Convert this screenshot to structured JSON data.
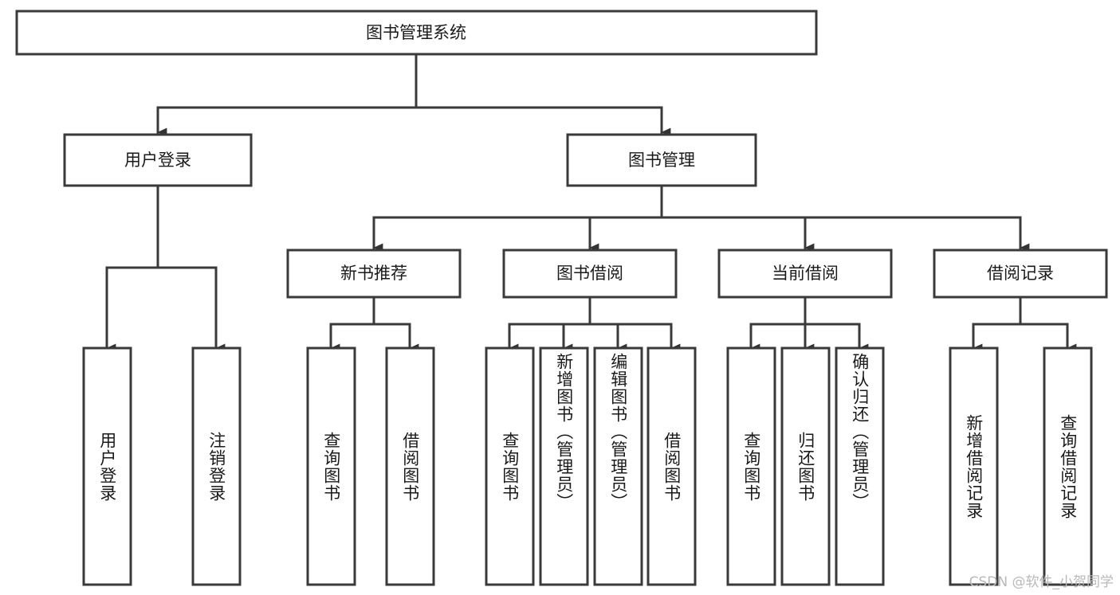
{
  "diagram": {
    "type": "tree-hierarchy-chart",
    "title": "图书管理系统",
    "orientation": "top-down",
    "colors": {
      "box_stroke": "#3a3a3a",
      "box_fill": "#ffffff",
      "connector": "#3a3a3a",
      "text": "#1a1a1a",
      "watermark": "#b9b9b9"
    },
    "nodes": {
      "root": {
        "label": "图书管理系统",
        "level": 1,
        "text_direction": "horizontal"
      },
      "level2": [
        {
          "id": "user-login",
          "label": "用户登录",
          "text_direction": "horizontal"
        },
        {
          "id": "book-management",
          "label": "图书管理",
          "text_direction": "horizontal"
        }
      ],
      "level3": [
        {
          "id": "new-book-recommend",
          "label": "新书推荐",
          "parent": "book-management",
          "text_direction": "horizontal"
        },
        {
          "id": "book-borrow",
          "label": "图书借阅",
          "parent": "book-management",
          "text_direction": "horizontal"
        },
        {
          "id": "current-borrow",
          "label": "当前借阅",
          "parent": "book-management",
          "text_direction": "horizontal"
        },
        {
          "id": "borrow-record",
          "label": "借阅记录",
          "parent": "book-management",
          "text_direction": "horizontal"
        }
      ],
      "leaves": [
        {
          "id": "leaf-user-login",
          "label": "用户登录",
          "parent": "user-login",
          "text_direction": "vertical"
        },
        {
          "id": "leaf-logout",
          "label": "注销登录",
          "parent": "user-login",
          "text_direction": "vertical"
        },
        {
          "id": "leaf-query-book-1",
          "label": "查询图书",
          "parent": "new-book-recommend",
          "text_direction": "vertical"
        },
        {
          "id": "leaf-borrow-book-1",
          "label": "借阅图书",
          "parent": "new-book-recommend",
          "text_direction": "vertical"
        },
        {
          "id": "leaf-query-book-2",
          "label": "查询图书",
          "parent": "book-borrow",
          "text_direction": "vertical"
        },
        {
          "id": "leaf-add-book",
          "label": "新增图书（管理员）",
          "parent": "book-borrow",
          "text_direction": "vertical"
        },
        {
          "id": "leaf-edit-book",
          "label": "编辑图书（管理员）",
          "parent": "book-borrow",
          "text_direction": "vertical"
        },
        {
          "id": "leaf-borrow-book-2",
          "label": "借阅图书",
          "parent": "book-borrow",
          "text_direction": "vertical"
        },
        {
          "id": "leaf-query-book-3",
          "label": "查询图书",
          "parent": "current-borrow",
          "text_direction": "vertical"
        },
        {
          "id": "leaf-return-book",
          "label": "归还图书",
          "parent": "current-borrow",
          "text_direction": "vertical"
        },
        {
          "id": "leaf-confirm-return",
          "label": "确认归还（管理员）",
          "parent": "current-borrow",
          "text_direction": "vertical"
        },
        {
          "id": "leaf-add-record",
          "label": "新增借阅记录",
          "parent": "borrow-record",
          "text_direction": "vertical"
        },
        {
          "id": "leaf-query-record",
          "label": "查询借阅记录",
          "parent": "borrow-record",
          "text_direction": "vertical"
        }
      ]
    }
  },
  "watermark": {
    "text": "CSDN @软件_小贺同学"
  }
}
